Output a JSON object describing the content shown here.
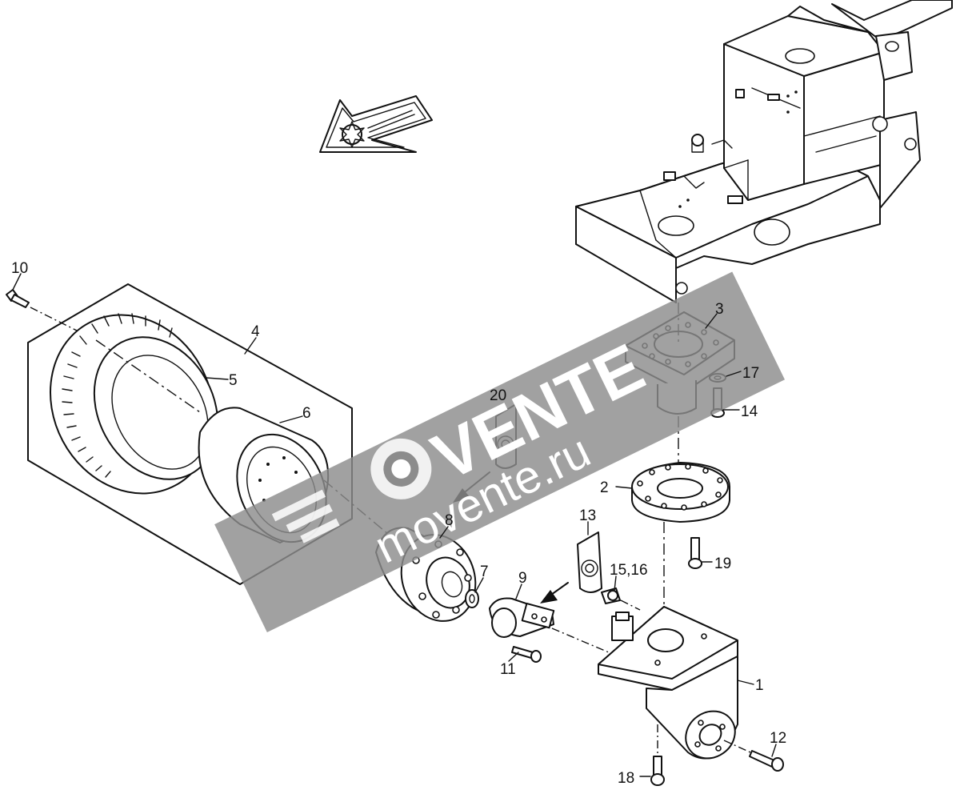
{
  "diagram": {
    "callouts": [
      {
        "id": "10",
        "label": "10"
      },
      {
        "id": "4",
        "label": "4"
      },
      {
        "id": "5",
        "label": "5"
      },
      {
        "id": "6",
        "label": "6"
      },
      {
        "id": "20",
        "label": "20"
      },
      {
        "id": "8",
        "label": "8"
      },
      {
        "id": "7",
        "label": "7"
      },
      {
        "id": "9",
        "label": "9"
      },
      {
        "id": "11",
        "label": "11"
      },
      {
        "id": "13",
        "label": "13"
      },
      {
        "id": "15_16",
        "label": "15,16"
      },
      {
        "id": "3",
        "label": "3"
      },
      {
        "id": "17",
        "label": "17"
      },
      {
        "id": "14",
        "label": "14"
      },
      {
        "id": "2",
        "label": "2"
      },
      {
        "id": "19",
        "label": "19"
      },
      {
        "id": "1",
        "label": "1"
      },
      {
        "id": "12",
        "label": "12"
      },
      {
        "id": "18",
        "label": "18"
      }
    ],
    "direction_arrow_icon": "forward-direction-arrow-icon",
    "sealant_icon": "sealant-tube-icon"
  },
  "watermark": {
    "line1": "VENTE",
    "line2": "movente.ru"
  },
  "colors": {
    "line": "#111111",
    "watermark_band": "#8c8c8c",
    "watermark_text": "#ffffff"
  }
}
